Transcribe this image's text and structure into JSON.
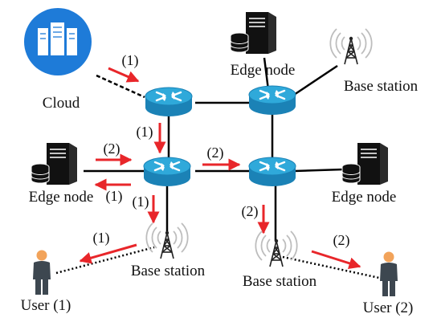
{
  "labels": {
    "cloud": "Cloud",
    "edge_top": "Edge node",
    "edge_left": "Edge node",
    "edge_right": "Edge node",
    "bs_top": "Base station",
    "bs_left": "Base station",
    "bs_right": "Base station",
    "user1": "User (1)",
    "user2": "User (2)"
  },
  "step_labels": {
    "cloud_to_router": "(1)",
    "router_down": "(1)",
    "edge_in": "(2)",
    "edge_out": "(1)",
    "router_to_router": "(2)",
    "router_to_bs_left": "(1)",
    "bs_to_user1": "(1)",
    "router_to_bs_right": "(2)",
    "bs_to_user2": "(2)"
  },
  "colors": {
    "arrow": "#e8262a",
    "router_top": "#2fa9da",
    "router_side": "#1b82b6",
    "cloud_bg": "#1e7bd8",
    "server": "#111111",
    "user_head": "#f2a35a",
    "user_body": "#3d4750"
  },
  "icons": {
    "cloud": "cloud-datacenter-icon",
    "router": "router-icon",
    "edge": "edge-server-icon",
    "base_station": "antenna-tower-icon",
    "user": "person-icon"
  }
}
